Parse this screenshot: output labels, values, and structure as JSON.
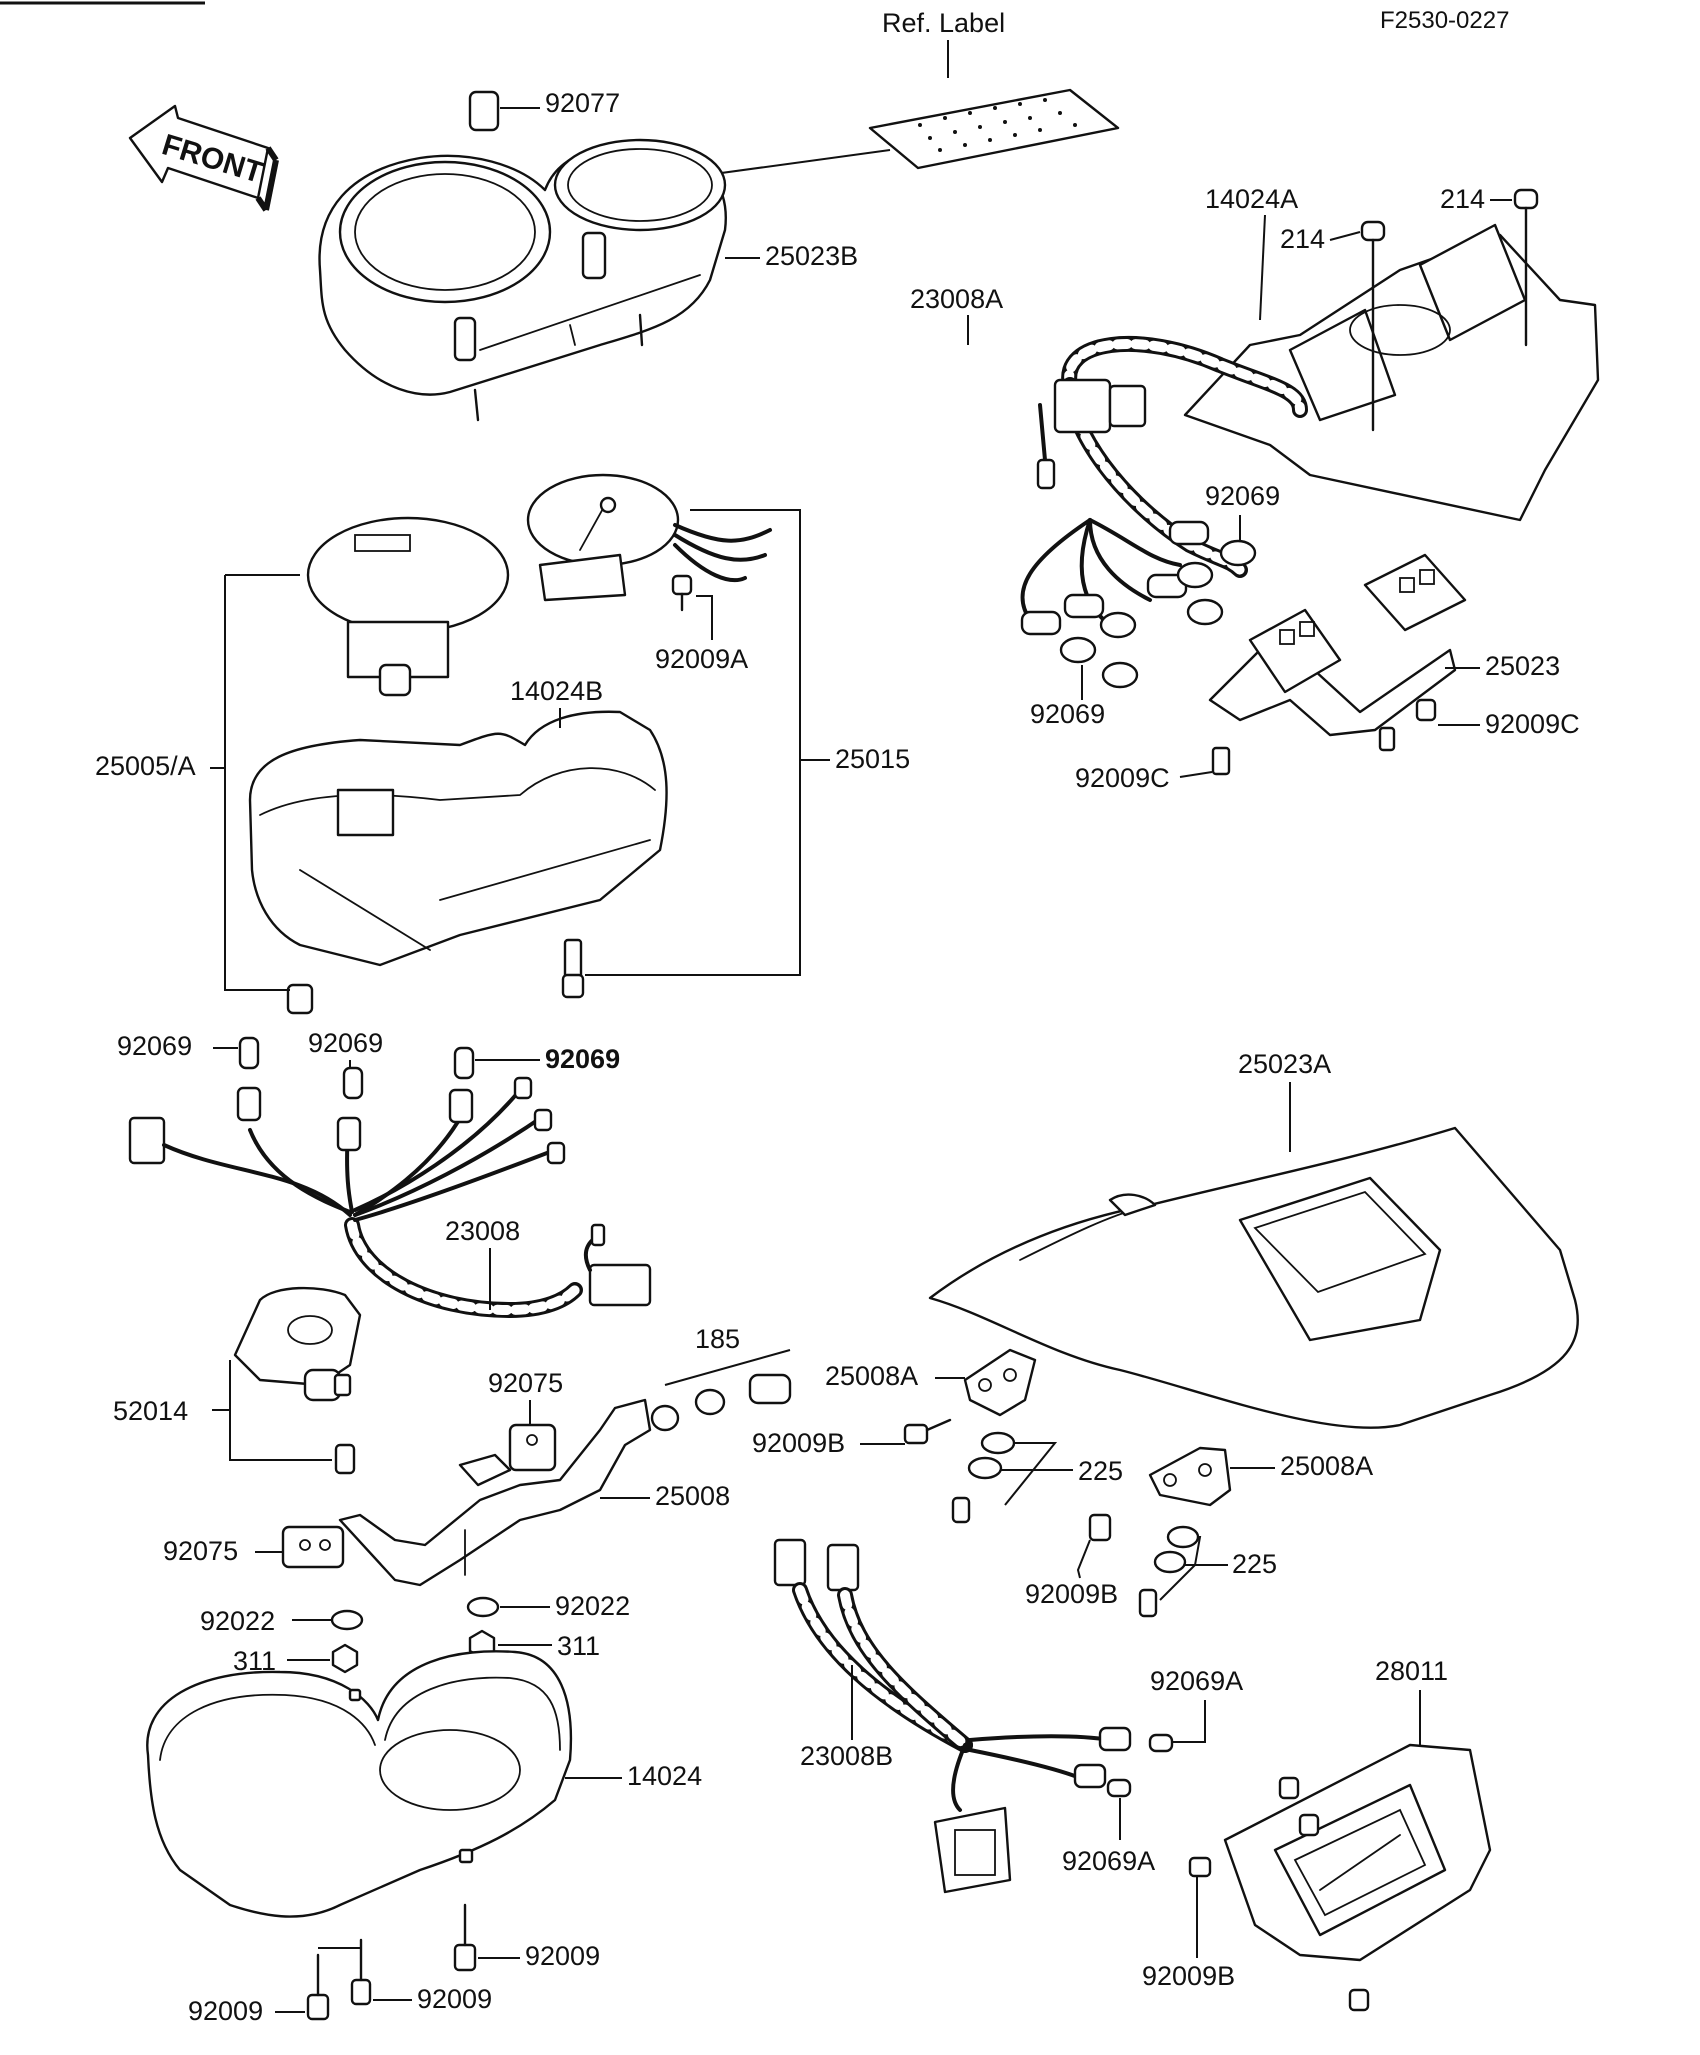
{
  "figure_code": "F2530-0227",
  "ref_label": "Ref. Label",
  "front_arrow": "FRONT",
  "labels": {
    "p92077": "92077",
    "p25023B": "25023B",
    "p14024A": "14024A",
    "p214a": "214",
    "p214b": "214",
    "p23008A": "23008A",
    "p92069_ta": "92069",
    "p92069_tb": "92069",
    "p92009A": "92009A",
    "p25023": "25023",
    "p92009C_a": "92009C",
    "p92009C_b": "92009C",
    "p14024B": "14024B",
    "p25005A": "25005/A",
    "p25015": "25015",
    "p92069_ma": "92069",
    "p92069_mb": "92069",
    "p92069_mc": "92069",
    "p25023A": "25023A",
    "p23008": "23008",
    "p185": "185",
    "p25008A_a": "25008A",
    "p25008A_b": "25008A",
    "p92075_a": "92075",
    "p92075_b": "92075",
    "p52014": "52014",
    "p92009B_a": "92009B",
    "p92009B_b": "92009B",
    "p92009B_c": "92009B",
    "p225_a": "225",
    "p225_b": "225",
    "p25008": "25008",
    "p92022_a": "92022",
    "p92022_b": "92022",
    "p311_a": "311",
    "p311_b": "311",
    "p92069A_a": "92069A",
    "p92069A_b": "92069A",
    "p28011": "28011",
    "p23008B": "23008B",
    "p14024": "14024",
    "p92009_a": "92009",
    "p92009_b": "92009",
    "p92009_c": "92009"
  }
}
